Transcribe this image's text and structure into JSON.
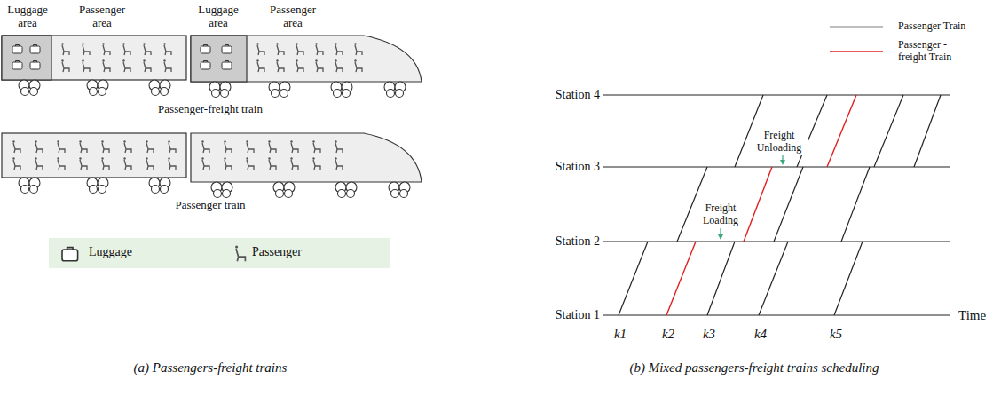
{
  "diagram": {
    "labels": [
      "Luggage area",
      "Passenger area",
      "Luggage area",
      "Passenger area",
      "Passenger-freight train",
      "Passenger train",
      "(a) Passengers-freight trains",
      "Station 4",
      "Station 3",
      "Station 2",
      "Station 1",
      "Freight Unloading",
      "Freight Loading",
      "k1",
      "k2",
      "k3",
      "k4",
      "k5",
      "Time",
      "(b) Mixed passengers-freight trains scheduling"
    ],
    "legend": [
      {
        "text": "Luggage"
      },
      {
        "text": "Passenger"
      },
      {
        "text": "Passenger Train"
      },
      {
        "text": "Passenger -freight Train"
      }
    ]
  }
}
